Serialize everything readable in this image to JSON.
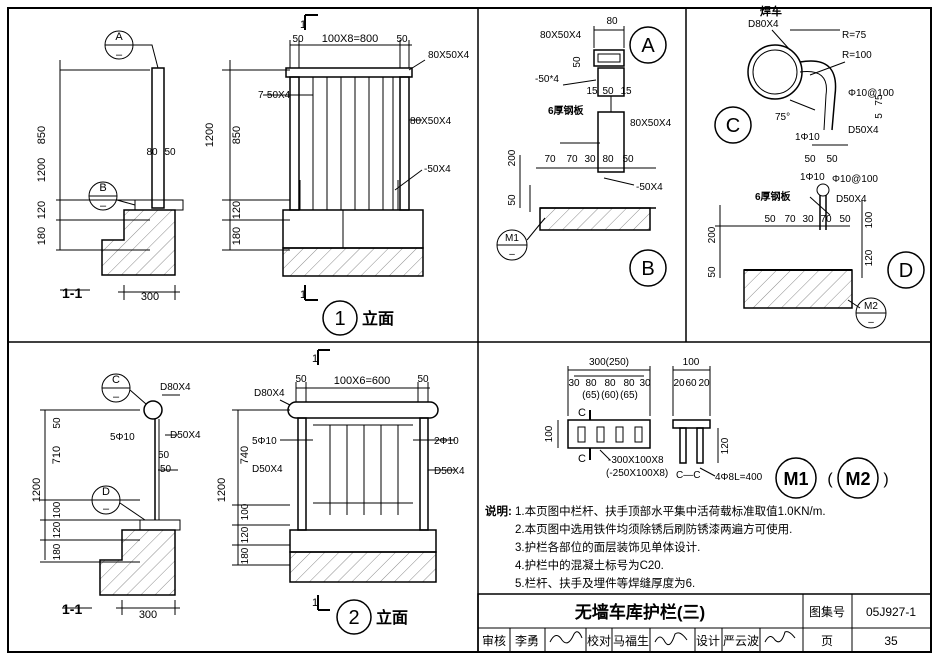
{
  "cell": {
    "section_mark": "1",
    "section_label": "1-1",
    "label_A": "A",
    "label_B": "B",
    "label_C": "C",
    "label_D": "D",
    "label_M1": "M1",
    "label_M2": "M2",
    "label_dash": "–",
    "circle_1": "1",
    "circle_2": "2",
    "elev_label": "立面"
  },
  "view1": {
    "dim_1200": "1200",
    "dim_850": "850",
    "dim_120": "120",
    "dim_180": "180",
    "dim_300": "300",
    "dim_80": "80",
    "dim_50": "50",
    "span_label": "100X8=800",
    "rail_top": "80X50X4",
    "rail_post": "80X50X4",
    "bar": "7-50X4",
    "plate": "-50X4"
  },
  "detailA": {
    "tube": "80X50X4",
    "tube2": "80X50X4",
    "plate_ref": "-50*4",
    "w80": "80",
    "d50": "50",
    "d15a": "15",
    "d50b": "50",
    "d15b": "15",
    "steel_plate": "6厚钢板",
    "d200": "200",
    "d70a": "70",
    "d70b": "70",
    "d30": "30",
    "d80": "80",
    "d50c": "50",
    "plate": "-50X4",
    "d50d": "50"
  },
  "detailC": {
    "weld": "焊车",
    "pipe": "D80X4",
    "r75": "R=75",
    "r100": "R=100",
    "ref1": "Φ10@100",
    "ang": "75°",
    "bar": "1Φ10",
    "d50x4": "D50X4",
    "d75": "75",
    "d5": "5",
    "d50a": "50",
    "d50b": "50"
  },
  "detailD": {
    "bar": "1Φ10",
    "ref": "Φ10@100",
    "steel_plate": "6厚钢板",
    "d50x4": "D50X4",
    "d50a": "50",
    "d70a": "70",
    "d30": "30",
    "d70b": "70",
    "d50b": "50",
    "d200": "200",
    "d100": "100",
    "d120": "120",
    "d50c": "50"
  },
  "view2": {
    "pipe": "D80X4",
    "post": "D50X4",
    "bar": "5Φ10",
    "dim_1200": "1200",
    "dim_710": "710",
    "dim_50": "50",
    "dim_100": "100",
    "dim_120": "120",
    "dim_180": "180",
    "dim_300": "300",
    "span_label": "100X6=600",
    "pipe2": "D80X4",
    "bar2": "5Φ10",
    "bar3": "2Φ10",
    "post2": "D50X4",
    "post3": "D50X4",
    "dim_740": "740"
  },
  "embed": {
    "top1": "300(250)",
    "row1": [
      "30",
      "80",
      "80",
      "30"
    ],
    "row2": [
      "(65)",
      "(60)",
      "(65)"
    ],
    "top2": "100",
    "row3": [
      "20",
      "60",
      "20"
    ],
    "cut": "C",
    "h100": "100",
    "h120": "120",
    "plate1": "-300X100X8",
    "plate2": "(-250X100X8)",
    "bar": "4Φ8L=400",
    "cc": "C—C",
    "m1": "M1",
    "m2": "M2",
    "paren_l": "(",
    "paren_r": ")"
  },
  "notes": {
    "heading": "说明:",
    "items": [
      "1.本页图中栏杆、扶手顶部水平集中活荷载标准取值1.0KN/m.",
      "2.本页图中选用铁件均须除锈后刷防锈漆两遍方可使用.",
      "3.护栏各部位的面层装饰见单体设计.",
      "4.护栏中的混凝土标号为C20.",
      "5.栏杆、扶手及埋件等焊缝厚度为6."
    ]
  },
  "titleblock": {
    "title": "无墙车库护栏(三)",
    "atlas_label": "图集号",
    "atlas_no": "05J927-1",
    "review_label": "审核",
    "reviewer": "李勇",
    "check_label": "校对",
    "checker": "马福生",
    "design_label": "设计",
    "designer": "严云波",
    "page_label": "页",
    "page_no": "35"
  }
}
